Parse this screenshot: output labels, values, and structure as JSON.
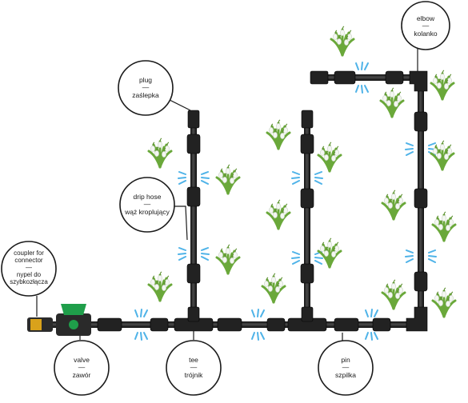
{
  "labels": {
    "plug": {
      "line1": "plug",
      "dash": "—",
      "line2": "zaślepka"
    },
    "drip": {
      "line1": "drip hose",
      "dash": "—",
      "line2": "wąż kroplujący"
    },
    "coupler": {
      "line1": "coupler for",
      "line2": "connector",
      "dash": "—",
      "line3": "nypel do",
      "line4": "szybkozłącza"
    },
    "valve": {
      "line1": "valve",
      "dash": "—",
      "line2": "zawór"
    },
    "tee": {
      "line1": "tee",
      "dash": "—",
      "line2": "trójnik"
    },
    "pin": {
      "line1": "pin",
      "dash": "—",
      "line2": "szpilka"
    },
    "elbow": {
      "line1": "elbow",
      "dash": "—",
      "line2": "kolanko"
    }
  },
  "colors": {
    "pipe": "#1c1c1c",
    "fitting": "#2a2a2a",
    "valve_handle": "#1f9e4a",
    "valve_brass": "#d9a21b",
    "water": "#4fb3e8",
    "leaf": "#6aa83a",
    "flower": "#f4f7f2"
  }
}
